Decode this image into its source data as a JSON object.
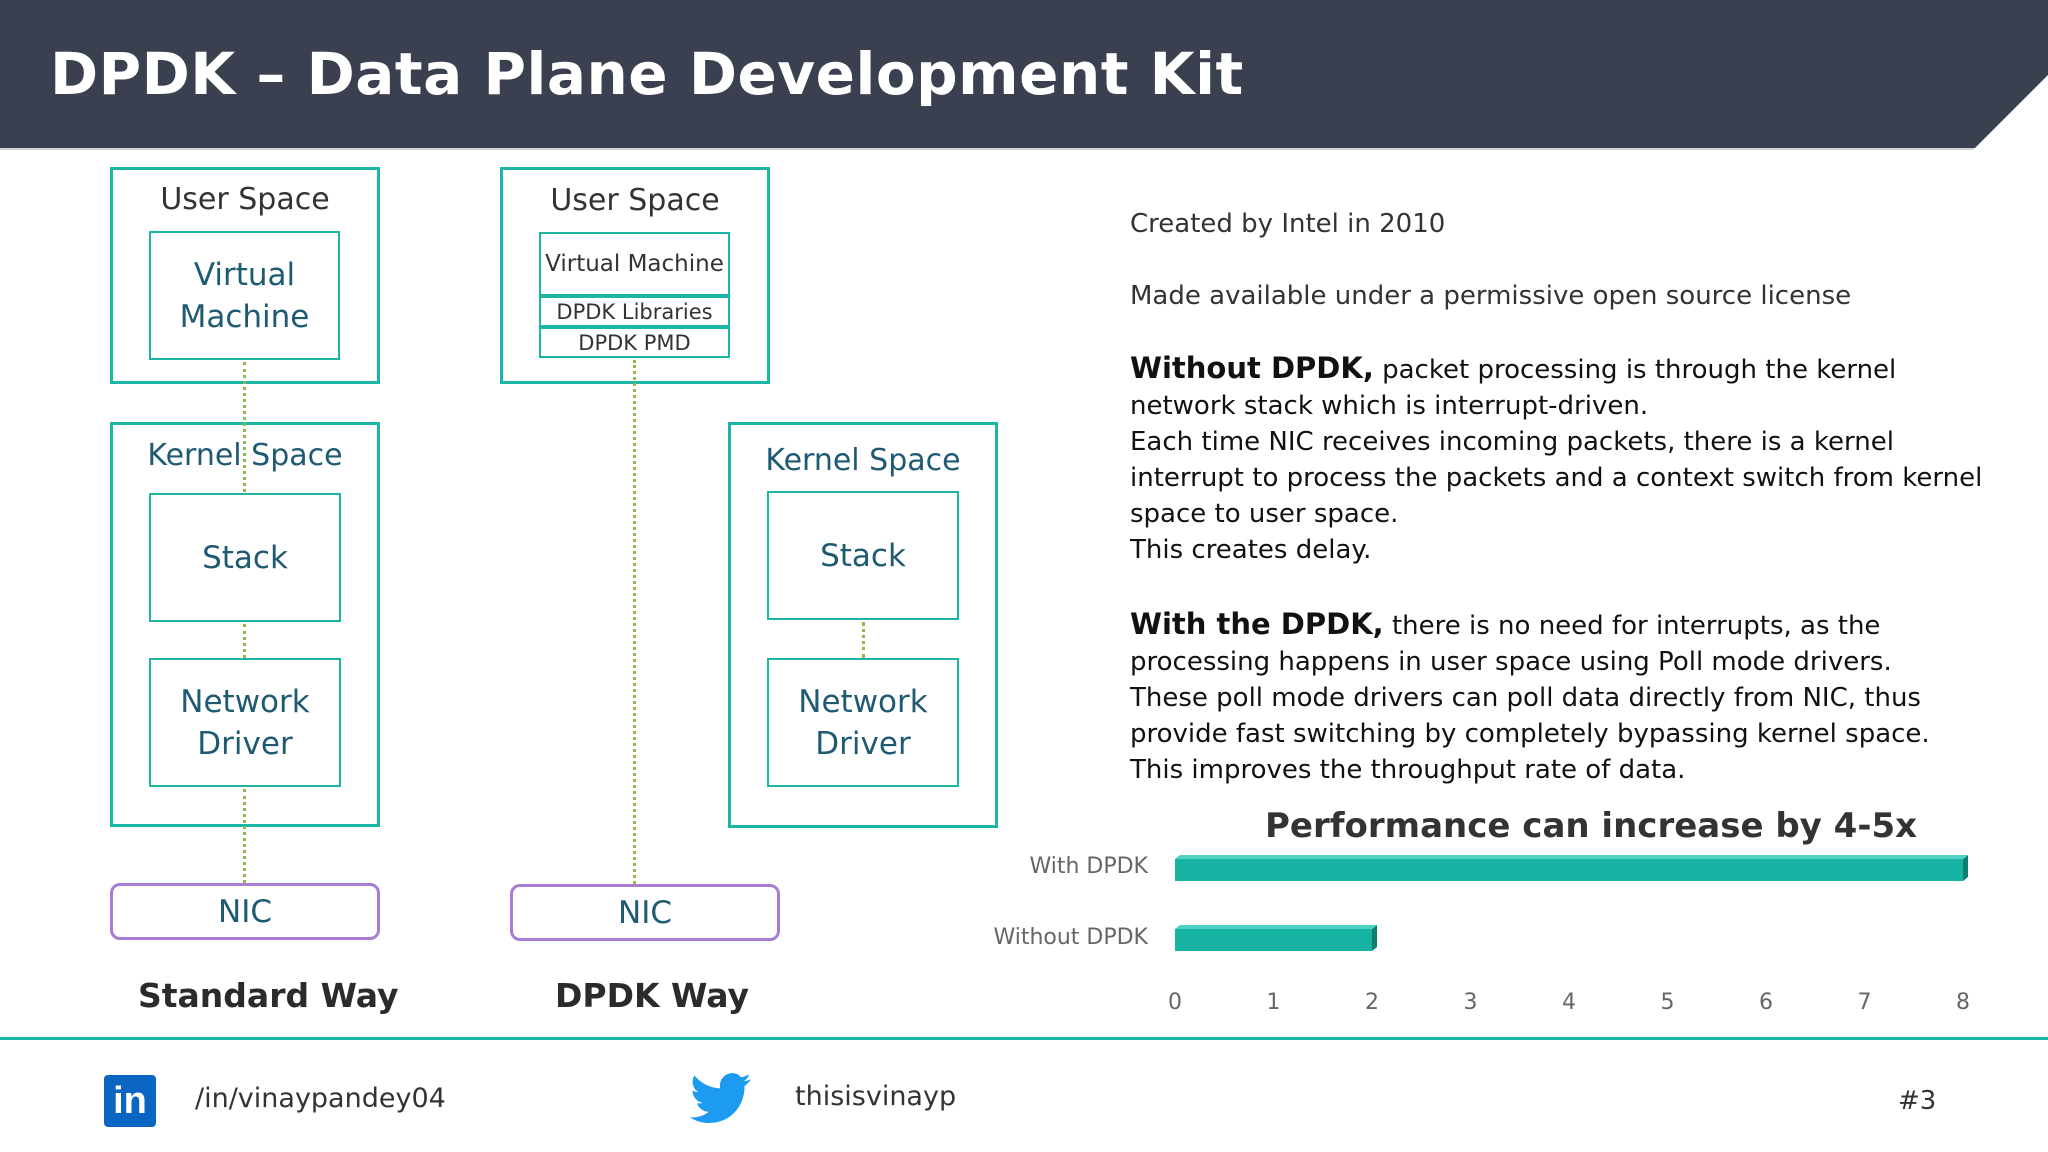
{
  "title": "DPDK – Data Plane Development Kit",
  "colors": {
    "banner": "#3b4050",
    "teal": "#1db5a6",
    "purple": "#a77dd3",
    "connector": "#8dbb4d",
    "bar": "#17b3a3"
  },
  "standard": {
    "user_space": "User Space",
    "virtual_machine": "Virtual\nMachine",
    "kernel_space": "Kernel Space",
    "stack": "Stack",
    "network_driver": "Network\nDriver",
    "nic": "NIC",
    "caption": "Standard Way"
  },
  "dpdk": {
    "user_space": "User Space",
    "virtual_machine": "Virtual Machine",
    "libraries": "DPDK Libraries",
    "pmd": "DPDK PMD",
    "kernel_space": "Kernel Space",
    "stack": "Stack",
    "network_driver": "Network\nDriver",
    "nic": "NIC",
    "caption": "DPDK Way"
  },
  "text": {
    "created": "Created by Intel in 2010",
    "license": "Made available under a permissive open source license",
    "without_bold": "Without DPDK,",
    "without_rest": " packet processing is through the kernel network stack which is interrupt-driven.",
    "without_2": "Each time NIC receives incoming packets, there is a kernel interrupt to process the packets and a context switch from kernel space to user space.",
    "without_3": "This creates delay.",
    "with_bold": "With the DPDK,",
    "with_rest": " there is no need for interrupts, as the processing happens in user space using Poll mode drivers.",
    "with_2": "These poll mode drivers can poll data directly from NIC, thus provide fast switching by completely bypassing kernel space.",
    "with_3": "This improves the throughput rate of data."
  },
  "chart_data": {
    "type": "bar",
    "orientation": "horizontal",
    "title": "Performance can increase by 4-5x",
    "categories": [
      "With DPDK",
      "Without DPDK"
    ],
    "values": [
      8,
      2
    ],
    "xlim": [
      0,
      8
    ],
    "ticks": [
      "0",
      "1",
      "2",
      "3",
      "4",
      "5",
      "6",
      "7",
      "8"
    ],
    "grid": false
  },
  "footer": {
    "linkedin_logo": "in",
    "linkedin": "/in/vinaypandey04",
    "twitter": "thisisvinayp",
    "page": "#3"
  }
}
